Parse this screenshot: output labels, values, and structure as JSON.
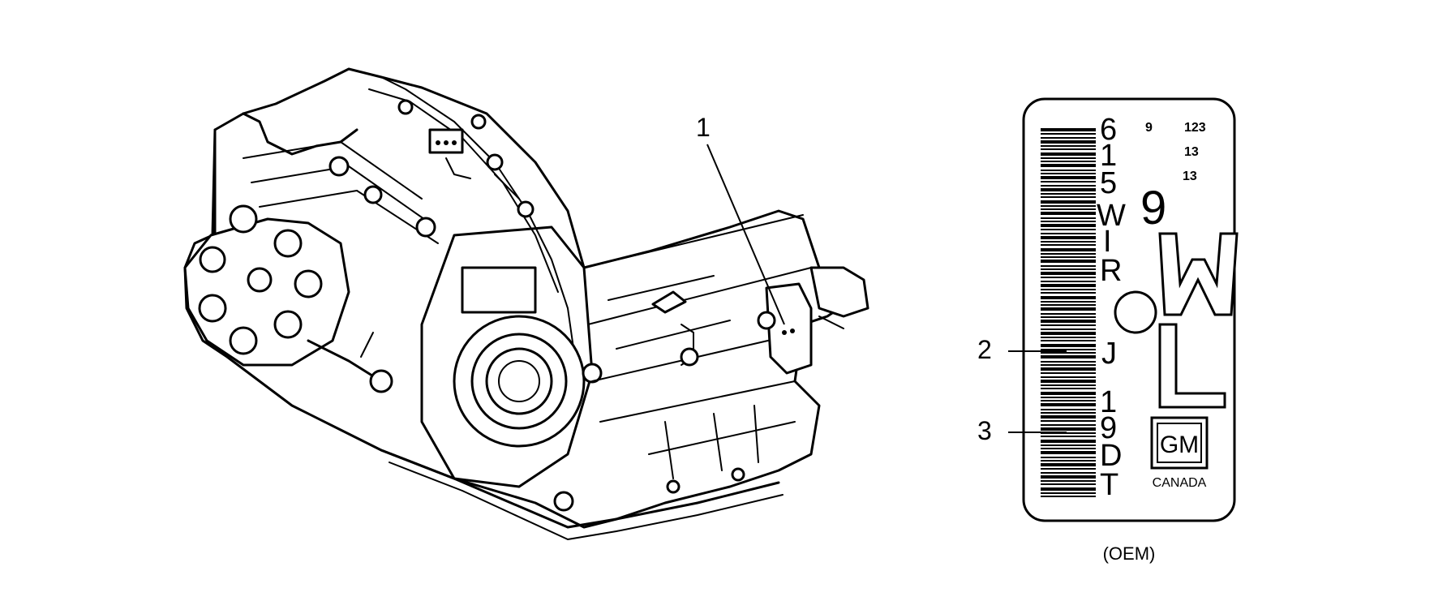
{
  "callouts": {
    "c1": "1",
    "c2": "2",
    "c3": "3"
  },
  "label": {
    "vertical_chars": [
      "6",
      "1",
      "5",
      "W",
      "I",
      "R",
      "J",
      "1",
      "9",
      "D",
      "T"
    ],
    "small_codes": {
      "a": "9",
      "b": "123",
      "c": "13",
      "d": "13"
    },
    "big_nine": "9",
    "big_letters": {
      "w": "W",
      "l": "L"
    },
    "logo_text": "GM",
    "logo_sub": "CANADA",
    "caption": "(OEM)"
  }
}
